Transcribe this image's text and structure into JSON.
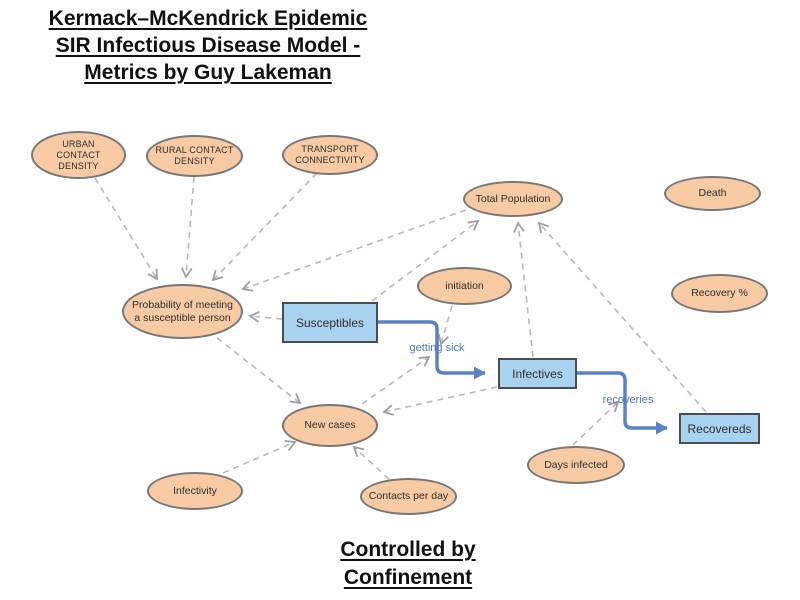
{
  "title": {
    "lines": [
      "Kermack–McKendrick Epidemic",
      "SIR Infectious Disease Model -",
      "Metrics by Guy Lakeman"
    ]
  },
  "footer": {
    "lines": [
      "Controlled by",
      "Confinement"
    ]
  },
  "nodes": {
    "urban": {
      "lines": [
        "URBAN",
        "CONTACT",
        "DENSITY"
      ]
    },
    "rural": {
      "lines": [
        "RURAL CONTACT",
        "DENSITY"
      ]
    },
    "transport": {
      "lines": [
        "TRANSPORT",
        "CONNECTIVITY"
      ]
    },
    "total_population": {
      "lines": [
        "Total Population"
      ]
    },
    "death": {
      "lines": [
        "Death"
      ]
    },
    "initiation": {
      "lines": [
        "initiation"
      ]
    },
    "recovery_pct": {
      "lines": [
        "Recovery %"
      ]
    },
    "probability": {
      "lines": [
        "Probability of meeting",
        "a susceptible person"
      ]
    },
    "new_cases": {
      "lines": [
        "New cases"
      ]
    },
    "infectivity": {
      "lines": [
        "Infectivity"
      ]
    },
    "contacts_per_day": {
      "lines": [
        "Contacts per day"
      ]
    },
    "days_infected": {
      "lines": [
        "Days infected"
      ]
    }
  },
  "stocks": {
    "susceptibles": {
      "label": "Susceptibles"
    },
    "infectives": {
      "label": "Infectives"
    },
    "recovereds": {
      "label": "Recovereds"
    }
  },
  "flows": {
    "getting_sick": {
      "label": "getting sick",
      "from": "susceptibles",
      "to": "infectives"
    },
    "recoveries": {
      "label": "recoveries",
      "from": "infectives",
      "to": "recovereds"
    }
  },
  "edges": [
    {
      "from": "urban",
      "to": "probability"
    },
    {
      "from": "rural",
      "to": "probability"
    },
    {
      "from": "transport",
      "to": "probability"
    },
    {
      "from": "total_population",
      "to": "probability"
    },
    {
      "from": "susceptibles",
      "to": "probability"
    },
    {
      "from": "susceptibles",
      "to": "total_population"
    },
    {
      "from": "infectives",
      "to": "total_population"
    },
    {
      "from": "recovereds",
      "to": "total_population"
    },
    {
      "from": "probability",
      "to": "new_cases"
    },
    {
      "from": "infectives",
      "to": "new_cases"
    },
    {
      "from": "infectivity",
      "to": "new_cases"
    },
    {
      "from": "contacts_per_day",
      "to": "new_cases"
    },
    {
      "from": "new_cases",
      "to": "getting_sick"
    },
    {
      "from": "initiation",
      "to": "getting_sick"
    },
    {
      "from": "days_infected",
      "to": "recoveries"
    }
  ],
  "colors": {
    "ellipse_fill": "#f9cba4",
    "ellipse_border": "#777777",
    "stock_fill": "#a9d2f1",
    "stock_border": "#4d4d4d",
    "flow_color": "#5b81c6",
    "flow_label_color": "#4f74c0",
    "edge_color": "#b8b8b8",
    "edge_arrow": "#9e9e9e"
  }
}
